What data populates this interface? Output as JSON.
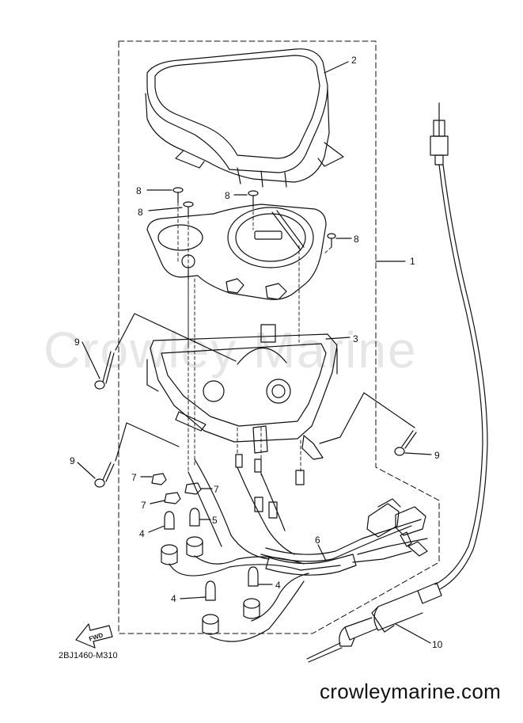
{
  "watermark": "Crowley Marine",
  "drawing_code": "2BJ1460-M310",
  "site_url": "crowleymarine.com",
  "direction_label": "FWD",
  "callouts": {
    "c1": "1",
    "c2": "2",
    "c3": "3",
    "c4a": "4",
    "c4b": "4",
    "c4c": "4",
    "c5": "5",
    "c6": "6",
    "c7a": "7",
    "c7b": "7",
    "c7c": "7",
    "c8a": "8",
    "c8b": "8",
    "c8c": "8",
    "c8d": "8",
    "c9a": "9",
    "c9b": "9",
    "c9c": "9",
    "c10": "10"
  }
}
